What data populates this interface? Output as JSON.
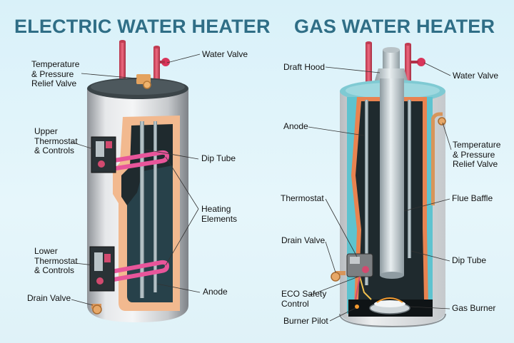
{
  "electric": {
    "title": "ELECTRIC WATER HEATER",
    "labels": {
      "temp_pressure": "Temperature\n& Pressure\nRelief Valve",
      "water_valve": "Water Valve",
      "upper_thermostat": "Upper\nThermostat\n& Controls",
      "dip_tube": "Dip Tube",
      "heating_elements": "Heating\nElements",
      "lower_thermostat": "Lower\nThermostat\n& Controls",
      "anode": "Anode",
      "drain_valve": "Drain Valve"
    }
  },
  "gas": {
    "title": "GAS WATER HEATER",
    "labels": {
      "draft_hood": "Draft Hood",
      "water_valve": "Water Valve",
      "anode": "Anode",
      "temp_pressure": "Temperature\n& Pressure\nRelief Valve",
      "thermostat": "Thermostat",
      "flue_baffle": "Flue Baffle",
      "drain_valve": "Drain Valve",
      "dip_tube": "Dip Tube",
      "eco_safety": "ECO Safety\nControl",
      "gas_burner": "Gas Burner",
      "burner_pilot": "Burner Pilot"
    }
  },
  "colors": {
    "title": "#2f6e86",
    "shell": "#c9ccd0",
    "insulation": "#f2b98f",
    "element": "#e8559a",
    "tank_interior": "#1f2a2e",
    "gas_blue": "#5ec3cf"
  }
}
